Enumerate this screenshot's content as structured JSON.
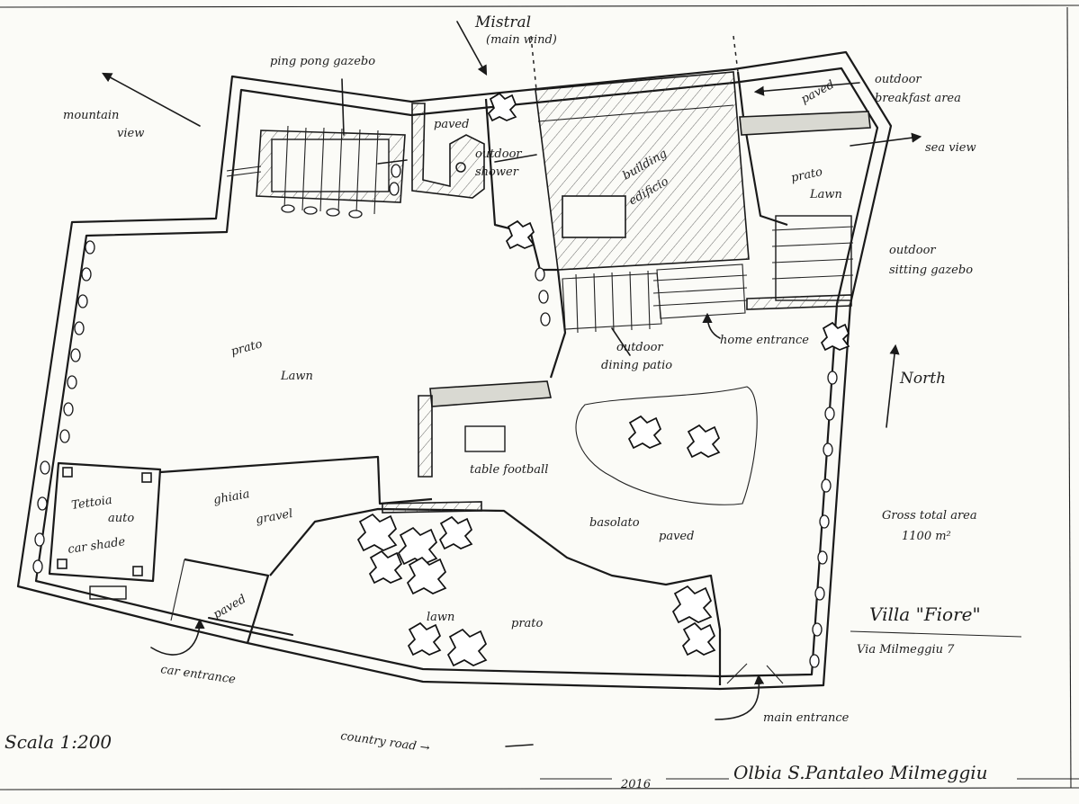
{
  "labels": {
    "mistral": "Mistral",
    "main_wind": "(main wind)",
    "ping_pong_gazebo": "ping pong gazebo",
    "mountain": "mountain",
    "view": "view",
    "paved_top": "paved",
    "outdoor_shower_1": "outdoor",
    "outdoor_shower_2": "shower",
    "building": "building",
    "edificio": "edificio",
    "paved_ne": "paved",
    "outdoor_breakfast_1": "outdoor",
    "outdoor_breakfast_2": "breakfast area",
    "sea_view": "sea view",
    "prato_ne": "prato",
    "lawn_ne": "Lawn",
    "outdoor_sitting_1": "outdoor",
    "outdoor_sitting_2": "sitting gazebo",
    "home_entrance": "home entrance",
    "outdoor_dining_1": "outdoor",
    "outdoor_dining_2": "dining patio",
    "prato_main": "prato",
    "lawn_main": "Lawn",
    "north": "North",
    "table_football": "table football",
    "tettoia": "Tettoia",
    "auto": "auto",
    "car_shade": "car shade",
    "ghiaia": "ghiaia",
    "gravel": "gravel",
    "basolato": "basolato",
    "paved_center": "paved",
    "gross_area_1": "Gross total area",
    "gross_area_2": "1100 m²",
    "paved_sw": "paved",
    "lawn_south": "lawn",
    "prato_south": "prato",
    "villa_name": "Villa \"Fiore\"",
    "address": "Via Milmeggiu 7",
    "car_entrance": "car entrance",
    "main_entrance": "main entrance",
    "scale": "Scala 1:200",
    "country_road": "country road →",
    "year": "2016",
    "location": "Olbia S.Pantaleo Milmeggiu"
  }
}
